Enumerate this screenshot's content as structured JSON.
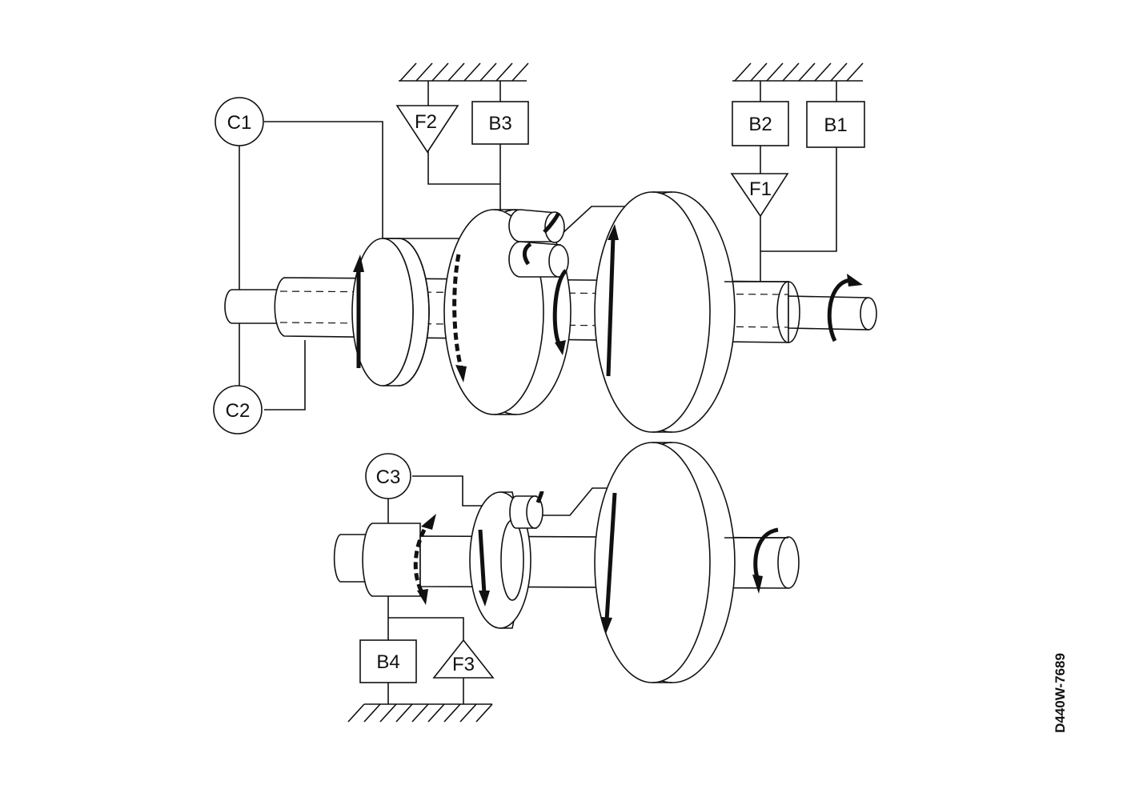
{
  "labels": {
    "c1": "C1",
    "c2": "C2",
    "c3": "C3",
    "f1": "F1",
    "f2": "F2",
    "f3": "F3",
    "b1": "B1",
    "b2": "B2",
    "b3": "B3",
    "b4": "B4"
  },
  "figure_code": "D440W-7689"
}
